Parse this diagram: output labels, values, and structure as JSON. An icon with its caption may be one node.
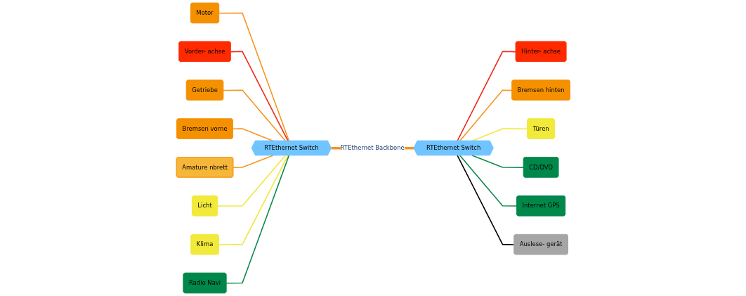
{
  "diagram": {
    "nodes": [
      {
        "text": [
          "RTEthernet Switch"
        ]
      },
      {
        "text": [
          "Motor"
        ]
      },
      {
        "text": [
          "Vorder- achse"
        ]
      },
      {
        "text": [
          "Getriebe"
        ]
      },
      {
        "text": [
          "Bremsen vorne"
        ]
      },
      {
        "text": [
          "Amature nbrett"
        ]
      },
      {
        "text": [
          "Licht"
        ]
      },
      {
        "text": [
          "Klima"
        ]
      },
      {
        "text": [
          "Radio Navi"
        ]
      },
      {
        "text": [
          "RTEthernet Switch"
        ]
      },
      {
        "text": [
          "Hinter- achse"
        ]
      },
      {
        "text": [
          "Bremsen hinten"
        ]
      },
      {
        "text": [
          "Türen"
        ]
      },
      {
        "text": [
          "CD/DVD"
        ]
      },
      {
        "text": [
          "Internet GPS"
        ]
      },
      {
        "text": [
          "Auslese- gerät"
        ]
      }
    ],
    "edges": [
      {
        "from": 1,
        "to": 0,
        "arrow": "none"
      },
      {
        "from": 2,
        "to": 0,
        "arrow": "none",
        "color": "#ee2a1a"
      },
      {
        "from": 3,
        "to": 0,
        "arrow": "none"
      },
      {
        "from": 4,
        "to": 0,
        "arrow": "none"
      },
      {
        "from": 5,
        "to": 0,
        "arrow": "none"
      },
      {
        "from": 6,
        "to": 0,
        "arrow": "none",
        "color": "#f0e83c"
      },
      {
        "from": 7,
        "to": 0,
        "arrow": "none",
        "color": "#f0e83c"
      },
      {
        "from": 8,
        "to": 0,
        "arrow": "none",
        "color": "#0a8a4c"
      },
      {
        "from": 0,
        "to": 9,
        "label": "RTEthernet Backbone",
        "arrow": "none",
        "style": "thick"
      },
      {
        "from": 9,
        "to": 10,
        "arrow": "none",
        "color": "#ee2a1a"
      },
      {
        "from": 9,
        "to": 11,
        "arrow": "none"
      },
      {
        "from": 9,
        "to": 12,
        "arrow": "none",
        "color": "#f0e83c"
      },
      {
        "from": 9,
        "to": 13,
        "arrow": "none",
        "color": "#0a8a4c"
      },
      {
        "from": 9,
        "to": 14,
        "arrow": "none",
        "color": "#0a8a4c"
      },
      {
        "from": 9,
        "to": 15,
        "arrow": "none",
        "color": "#000000"
      }
    ]
  }
}
